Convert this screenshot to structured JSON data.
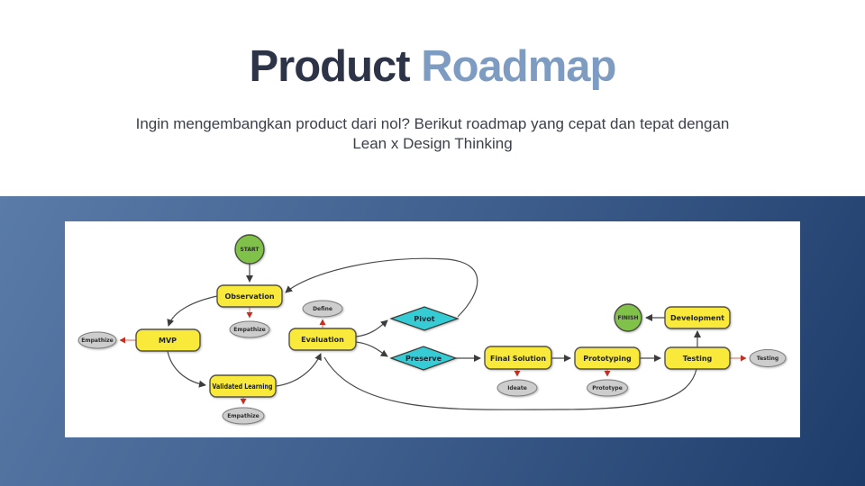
{
  "slide": {
    "title": {
      "dark": "Product",
      "accent": "Roadmap"
    },
    "subtitle_line1": "Ingin mengembangkan product dari nol? Berikut roadmap yang cepat dan tepat dengan",
    "subtitle_line2": "Lean x Design Thinking"
  },
  "colors": {
    "title_dark": "#2e3447",
    "title_accent": "#7e9cc2",
    "background_gradient_start": "#5a7ba8",
    "background_gradient_end": "#1e3c6a",
    "node_yellow": "#f8e93a",
    "node_green": "#80c14a",
    "node_cyan": "#35ccd6",
    "node_gray": "#cdcdcd",
    "edge_dark": "#4a4a4a",
    "edge_red": "#e0604f"
  },
  "flowchart": {
    "nodes": {
      "start": "START",
      "observation": "Observation",
      "empathize_observation": "Empathize",
      "mvp": "MVP",
      "empathize_mvp": "Empathize",
      "validated_learning": "Validated Learning",
      "empathize_validated": "Empathize",
      "evaluation": "Evaluation",
      "define": "Define",
      "pivot": "Pivot",
      "preserve": "Preserve",
      "final_solution": "Final Solution",
      "ideate": "Ideate",
      "prototyping": "Prototyping",
      "prototype": "Prototype",
      "testing": "Testing",
      "testing_activity": "Testing",
      "development": "Development",
      "finish": "FINISH"
    }
  }
}
